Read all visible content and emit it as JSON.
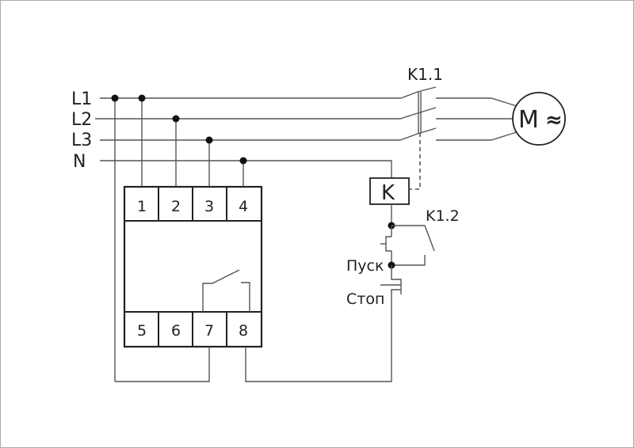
{
  "diagram": {
    "type": "wiring-schematic",
    "lines": {
      "l1": "L1",
      "l2": "L2",
      "l3": "L3",
      "n": "N"
    },
    "relay_terminals": {
      "top": [
        "1",
        "2",
        "3",
        "4"
      ],
      "bottom": [
        "5",
        "6",
        "7",
        "8"
      ]
    },
    "contactor": {
      "main_contacts_label": "K1.1",
      "aux_contact_label": "K1.2",
      "coil_label": "K"
    },
    "motor": {
      "label": "M",
      "symbol": "≈"
    },
    "buttons": {
      "start": "Пуск",
      "stop": "Стоп"
    }
  }
}
